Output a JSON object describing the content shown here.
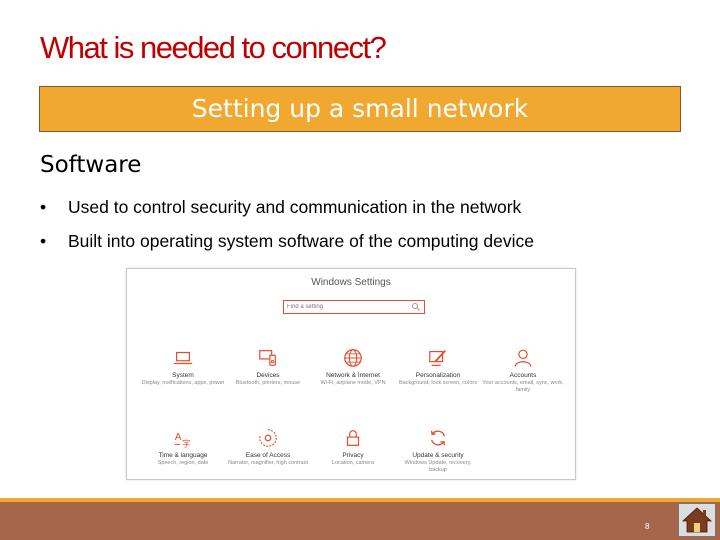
{
  "slide": {
    "title": "What is needed to connect?",
    "banner": "Setting up a small network",
    "heading": "Software",
    "bullets": [
      "Used to control security and communication in the network",
      "Built into operating system software of the computing device"
    ],
    "page_number": "8"
  },
  "screenshot": {
    "window_title": "Windows Settings",
    "search_placeholder": "Find a setting",
    "tiles": [
      {
        "label": "System",
        "desc": "Display, notifications, apps, power",
        "icon": "laptop-icon"
      },
      {
        "label": "Devices",
        "desc": "Bluetooth, printers, mouse",
        "icon": "devices-icon"
      },
      {
        "label": "Network & Internet",
        "desc": "Wi-Fi, airplane mode, VPN",
        "icon": "globe-icon"
      },
      {
        "label": "Personalization",
        "desc": "Background, lock screen, colors",
        "icon": "paint-icon"
      },
      {
        "label": "Accounts",
        "desc": "Your accounts, email, sync, work, family",
        "icon": "person-icon"
      },
      {
        "label": "Time & language",
        "desc": "Speech, region, date",
        "icon": "time-language-icon"
      },
      {
        "label": "Ease of Access",
        "desc": "Narrator, magnifier, high contrast",
        "icon": "ease-of-access-icon"
      },
      {
        "label": "Privacy",
        "desc": "Location, camera",
        "icon": "lock-icon"
      },
      {
        "label": "Update & security",
        "desc": "Windows Update, recovery, backup",
        "icon": "sync-icon"
      }
    ]
  },
  "colors": {
    "title": "#c00000",
    "banner": "#f0a830",
    "footer": "#a6664a",
    "icon_red": "#e84a2c"
  }
}
